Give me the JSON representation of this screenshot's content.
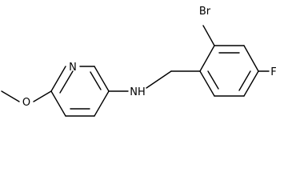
{
  "molecule": {
    "atoms": {
      "br": "Br",
      "f": "F",
      "n_ring": "N",
      "nh": "NH",
      "o": "O"
    }
  }
}
